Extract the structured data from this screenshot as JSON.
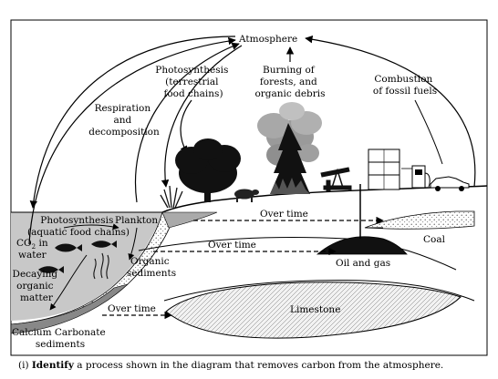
{
  "labels": {
    "atmosphere": "Atmosphere",
    "photosynthesis_terrestrial": [
      "Photosynthesis",
      "(terrestrial",
      "food chains)"
    ],
    "burning": [
      "Burning of",
      "forests, and",
      "organic debris"
    ],
    "combustion": [
      "Combustion",
      "of fossil fuels"
    ],
    "respiration": [
      "Respiration",
      "and",
      "decomposition"
    ],
    "photosynthesis_aquatic": [
      "Photosynthesis",
      "(aquatic food chains)"
    ],
    "plankton": "Plankton",
    "co2_main": "CO",
    "co2_sub": "2",
    "co2_suffix": " in",
    "co2_water": "water",
    "decaying": [
      "Decaying",
      "organic",
      "matter"
    ],
    "organic_sediments": [
      "Organic",
      "sediments"
    ],
    "over_time": "Over time",
    "coal": "Coal",
    "oil_gas": "Oil and gas",
    "limestone": "Limestone",
    "calcium": [
      "Calcium Carbonate",
      "sediments"
    ]
  },
  "question": {
    "prefix": "(i) ",
    "bold": "Identify",
    "rest": " a process shown in the diagram that removes carbon from the atmosphere."
  }
}
